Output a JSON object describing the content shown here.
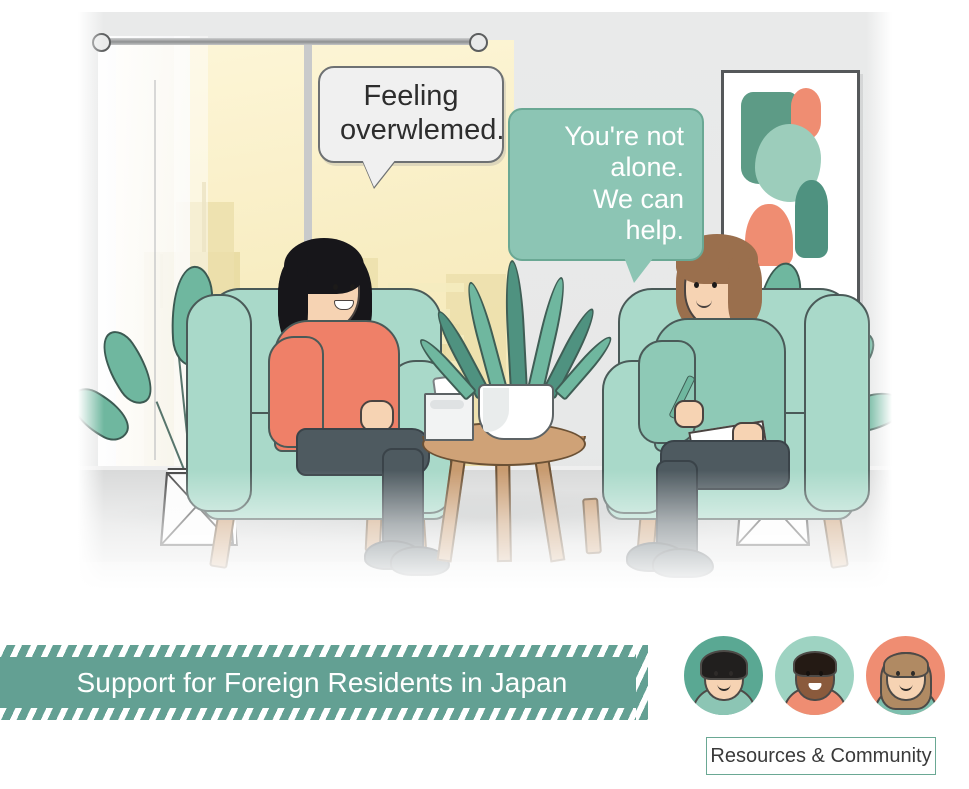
{
  "scene": {
    "name": "counseling-session-illustration",
    "speech_bubbles": [
      {
        "id": "client-bubble",
        "text": "Feeling\noverwlemed.",
        "style": "white",
        "speaker": "client"
      },
      {
        "id": "counselor-bubble",
        "text": "You're not alone.\nWe can help.",
        "style": "teal",
        "speaker": "counselor"
      }
    ],
    "objects": [
      "window-cityscape",
      "sheer-curtain",
      "curtain-rod",
      "abstract-wall-art",
      "armchair-left",
      "armchair-right",
      "round-side-table",
      "tissue-box",
      "snake-plant",
      "potted-plant-left",
      "potted-plant-right"
    ],
    "people": [
      {
        "role": "client",
        "shirt": "coral",
        "hair": "black-bob"
      },
      {
        "role": "counselor",
        "shirt": "mint",
        "hair": "brown-bob",
        "holding": "pen-and-notepad"
      }
    ]
  },
  "banner": {
    "title": "Support for Foreign Residents in Japan"
  },
  "avatars": [
    {
      "name": "avatar-person-1",
      "bg": "#5aa893",
      "skin": "#f6d3b3",
      "hair": "#211f1e",
      "shirt": "#8cc5b4"
    },
    {
      "name": "avatar-person-2",
      "bg": "#9ed3c2",
      "skin": "#8a5a3c",
      "hair": "#241a14",
      "shirt": "#ef8d72"
    },
    {
      "name": "avatar-person-3",
      "bg": "#ef8d72",
      "skin": "#f6d3b3",
      "hair": "#b08a63",
      "shirt": "#7dbfae"
    }
  ],
  "chip": {
    "label": "Resources & Community"
  },
  "colors": {
    "teal_banner": "#63a093",
    "teal_bubble": "#8cc5b4",
    "coral": "#ef8d72",
    "mint_chair": "#a9d9c9",
    "wall": "#e8e9e9",
    "window_warm": "#f6ecc4"
  }
}
